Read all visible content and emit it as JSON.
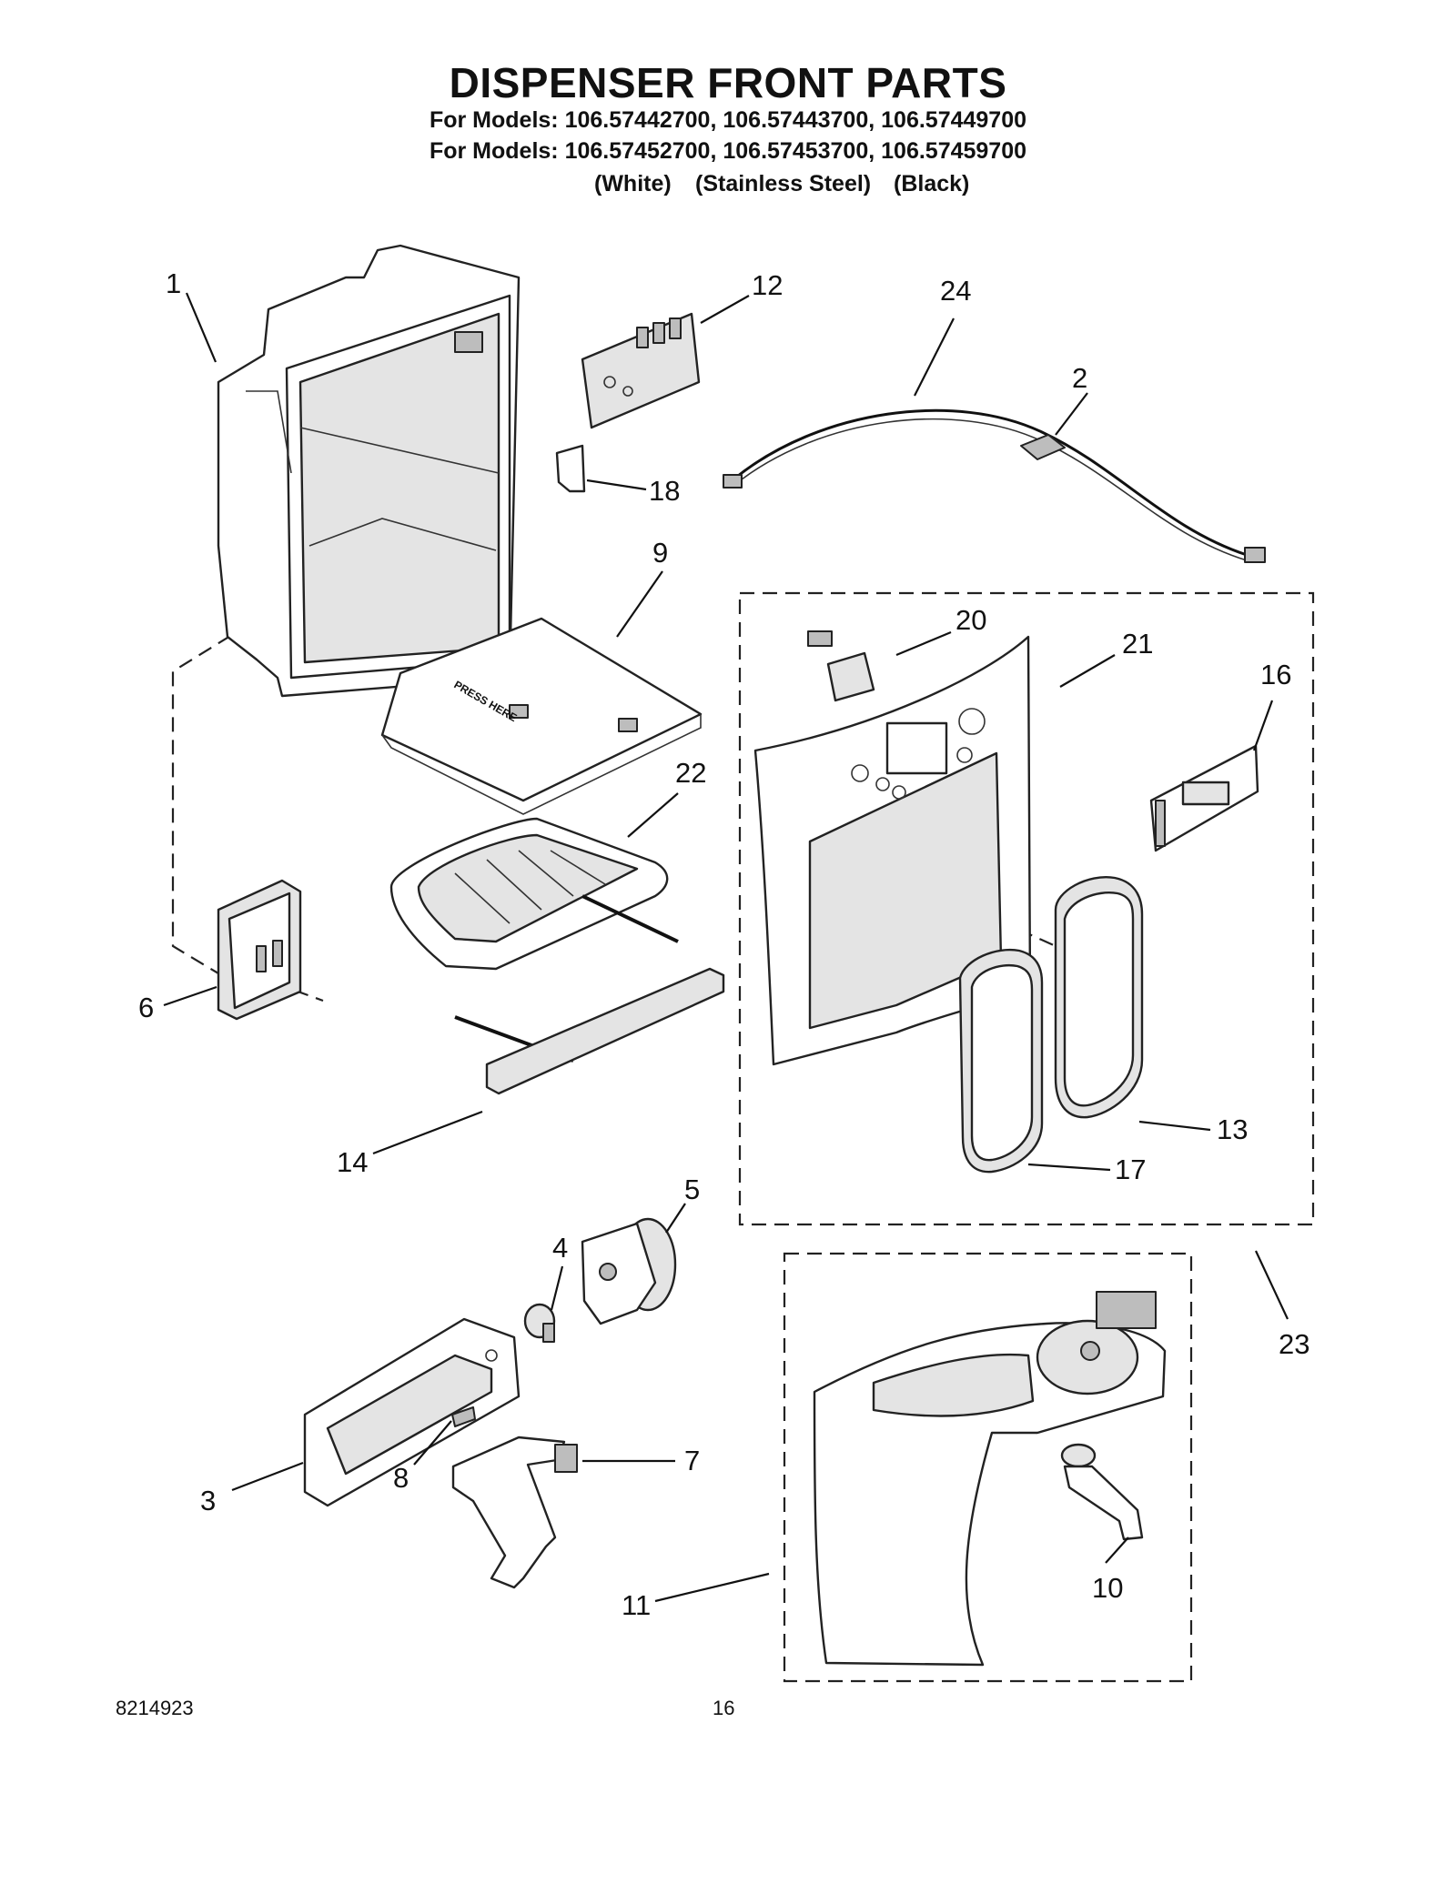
{
  "header": {
    "title": "DISPENSER FRONT PARTS",
    "models_line_1": "For Models: 106.57442700, 106.57443700, 106.57449700",
    "models_line_2": "For Models: 106.57452700, 106.57453700, 106.57459700",
    "color_white": "(White)",
    "color_stainless": "(Stainless Steel)",
    "color_black": "(Black)"
  },
  "footer": {
    "document_number": "8214923",
    "page_number": "16"
  },
  "callouts": [
    "1",
    "12",
    "24",
    "2",
    "18",
    "9",
    "20",
    "21",
    "16",
    "22",
    "6",
    "14",
    "13",
    "17",
    "5",
    "4",
    "23",
    "3",
    "8",
    "7",
    "11",
    "10"
  ],
  "stamp_text": "PRESS HERE"
}
